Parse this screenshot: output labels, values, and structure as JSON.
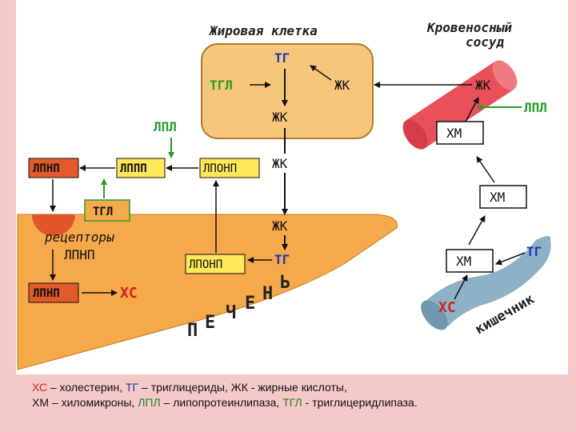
{
  "title_fat_cell": "Жировая клетка",
  "title_vessel": [
    "Кровеносный",
    "сосуд"
  ],
  "liver_label": "ПЕЧЕНЬ",
  "intestine_label": "кишечник",
  "labels": {
    "tg_fat": "ТГ",
    "tgl_fat": "ТГЛ",
    "zhk_fat_right": "ЖК",
    "zhk_fat_bottom": "ЖК",
    "lpl_left": "ЛПЛ",
    "lpl_right": "ЛПЛ",
    "zhk_vessel": "ЖК",
    "hm_vessel": "ХМ",
    "hm_mid": "ХМ",
    "hm_intestine": "ХМ",
    "tg_intestine": "ТГ",
    "hs_intestine": "ХС",
    "ldl_top": "ЛПНП",
    "lppp": "ЛППП",
    "lponp_top": "ЛПОНП",
    "zhk_mid": "ЖК",
    "tgl_liver": "ТГЛ",
    "receptors": [
      "рецепторы",
      "ЛПНП"
    ],
    "zhk_liver": "ЖК",
    "tg_liver": "ТГ",
    "lponp_liver": "ЛПОНП",
    "ldl_bottom": "ЛПНП",
    "hs_liver": "ХС"
  },
  "legend": {
    "line1": [
      {
        "text": "ХС",
        "cls": "red"
      },
      {
        "text": " – холестерин, ",
        "cls": ""
      },
      {
        "text": "ТГ",
        "cls": "blue"
      },
      {
        "text": " – триглицериды, ЖК - жирные кислоты,",
        "cls": ""
      }
    ],
    "line2": [
      {
        "text": "ХМ – хиломикроны, ",
        "cls": ""
      },
      {
        "text": "ЛПЛ",
        "cls": "green"
      },
      {
        "text": " – липопротеинлипаза, ",
        "cls": ""
      },
      {
        "text": "ТГЛ",
        "cls": "green"
      },
      {
        "text": " - триглицеридлипаза.",
        "cls": ""
      }
    ]
  },
  "colors": {
    "fat_cell": "#f6c77b",
    "liver": "#f5a94b",
    "vessel": "#e9505a",
    "intestine": "#8db2c6",
    "ldl_box": "#e25a2b",
    "yellow_box": "#ffe75a",
    "tgl_box": "#f5a94b",
    "green_arrow": "#2c9a2c",
    "blue_text": "#1a3aa8",
    "red_text": "#d3201f"
  }
}
